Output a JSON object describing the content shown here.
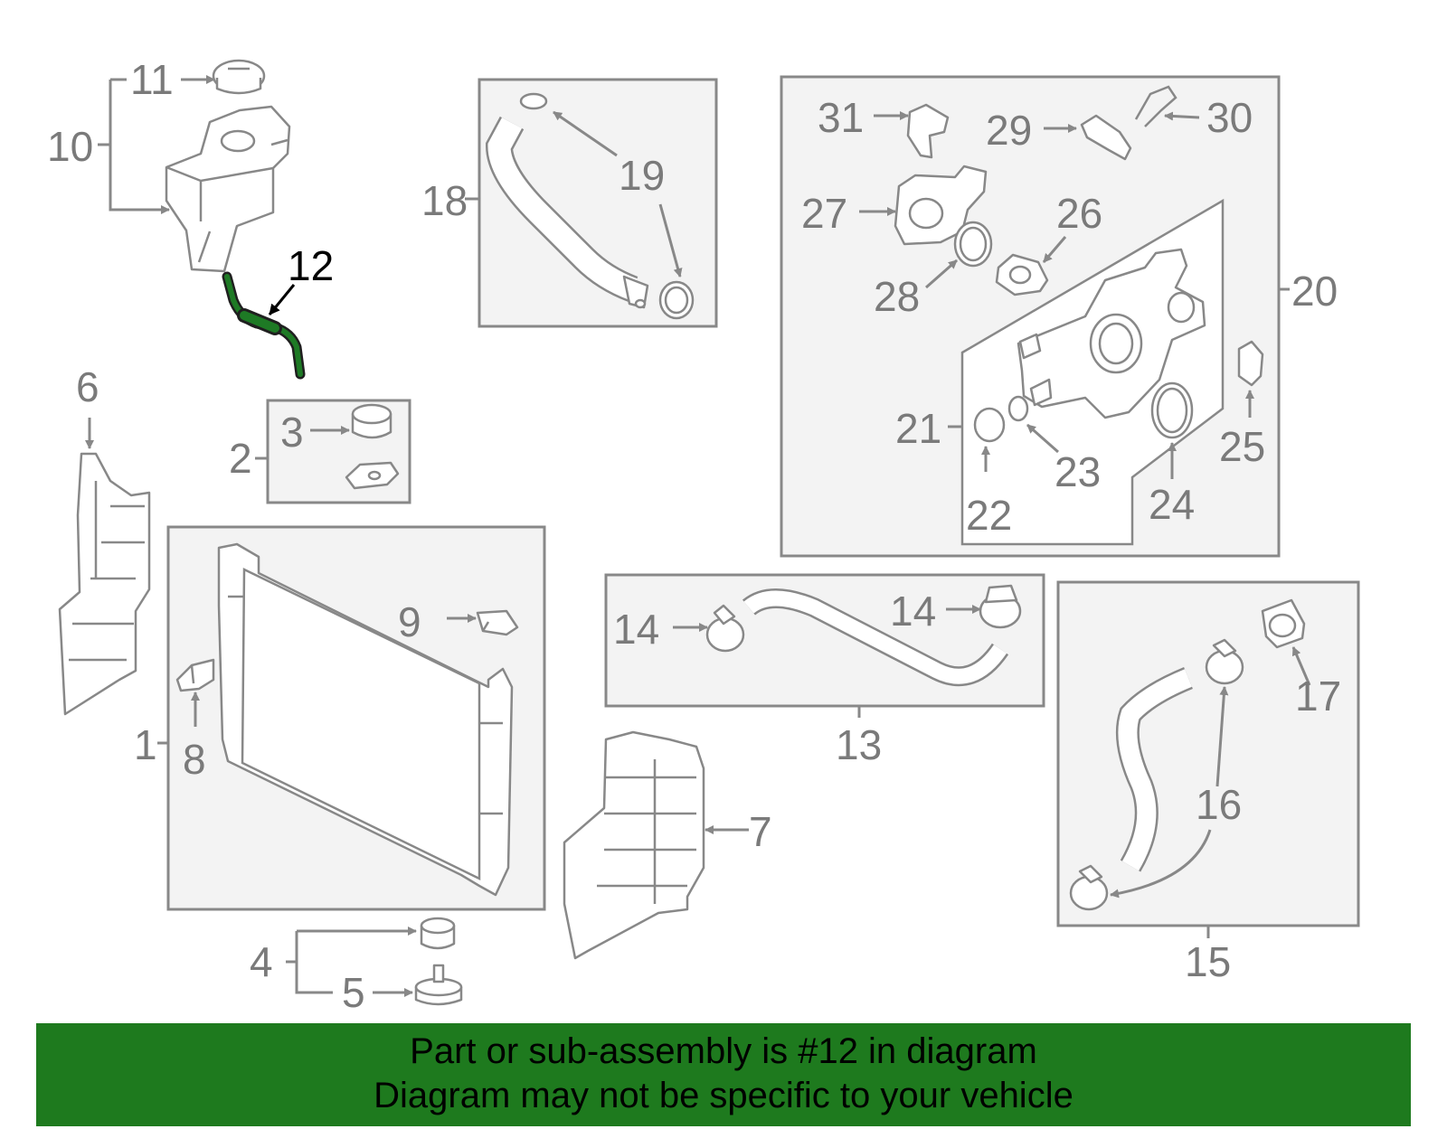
{
  "diagram": {
    "highlight_color": "#1e7a25",
    "labels": {
      "p1": "1",
      "p2": "2",
      "p3": "3",
      "p4": "4",
      "p5": "5",
      "p6": "6",
      "p7": "7",
      "p8": "8",
      "p9": "9",
      "p10": "10",
      "p11": "11",
      "p12": "12",
      "p13": "13",
      "p14a": "14",
      "p14b": "14",
      "p15": "15",
      "p16": "16",
      "p17": "17",
      "p18": "18",
      "p19": "19",
      "p20": "20",
      "p21": "21",
      "p22": "22",
      "p23": "23",
      "p24": "24",
      "p25": "25",
      "p26": "26",
      "p27": "27",
      "p28": "28",
      "p29": "29",
      "p30": "30",
      "p31": "31"
    }
  },
  "banner": {
    "color": "#1e7a1e",
    "line1": "Part or sub-assembly is #12 in diagram",
    "line2": "Diagram may not be specific to your vehicle"
  }
}
